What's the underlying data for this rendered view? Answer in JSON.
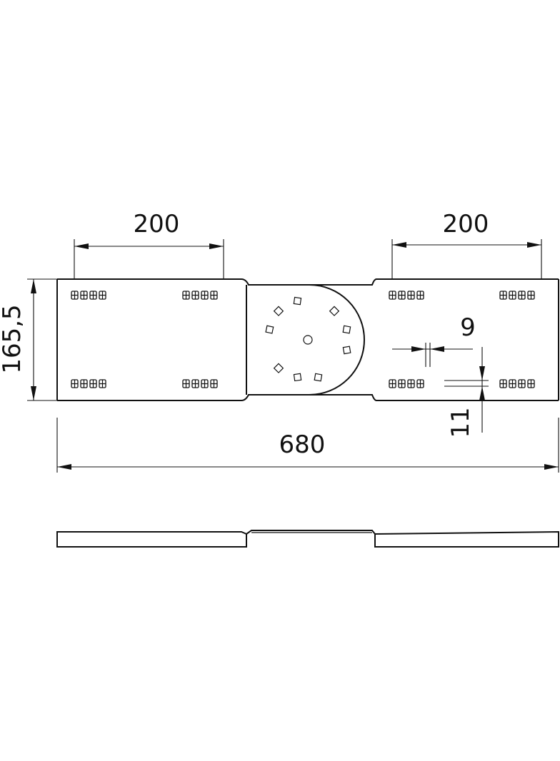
{
  "drawing": {
    "dimensions": {
      "left_pitch": "200",
      "right_pitch": "200",
      "height": "165,5",
      "total_length": "680",
      "slot_width": "9",
      "slot_height": "11"
    }
  }
}
